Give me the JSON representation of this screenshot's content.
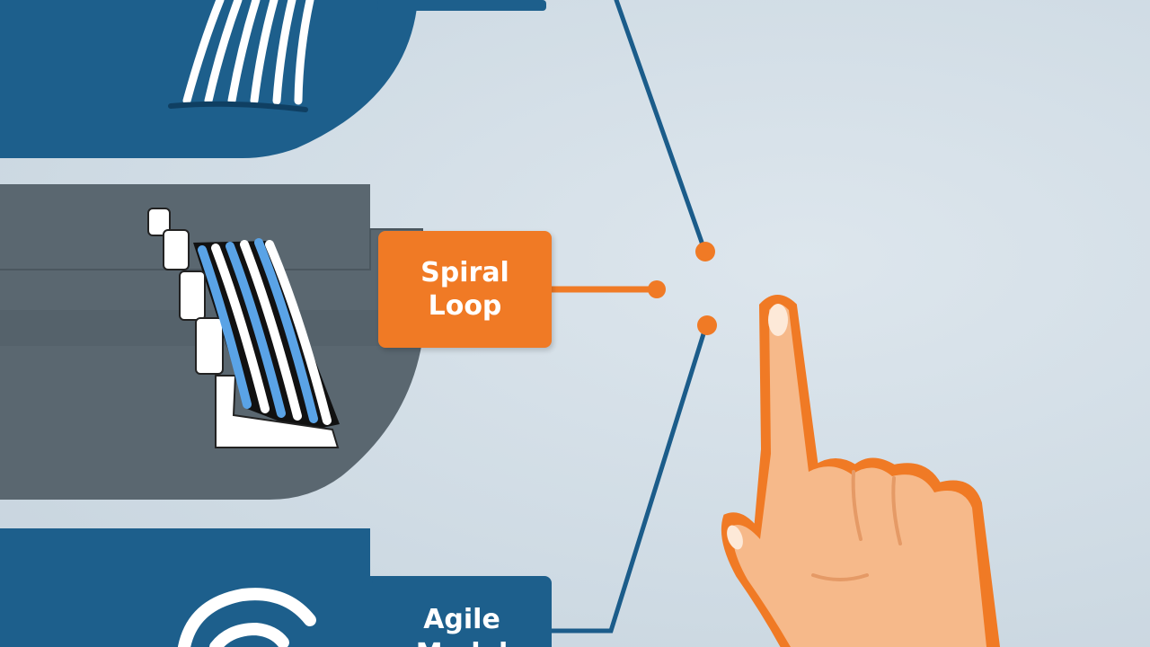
{
  "diagram": {
    "nodes": [
      {
        "id": "waterfall",
        "label": "",
        "icon": "waterfall-icon"
      },
      {
        "id": "spiral",
        "label": "Spiral\nLoop",
        "icon": "cascade-steps-icon",
        "highlighted": true
      },
      {
        "id": "agile",
        "label": "Agile\nModel",
        "icon": "circular-arrow-icon"
      }
    ],
    "pointer": {
      "icon": "pointing-hand-icon"
    }
  },
  "colors": {
    "background": "#d2dde6",
    "navy_panel": "#1d5f8c",
    "gray_panel": "#5a6770",
    "accent_orange": "#f07a25",
    "connector_blue": "#1b5c8a",
    "skin": "#f6b98a"
  }
}
